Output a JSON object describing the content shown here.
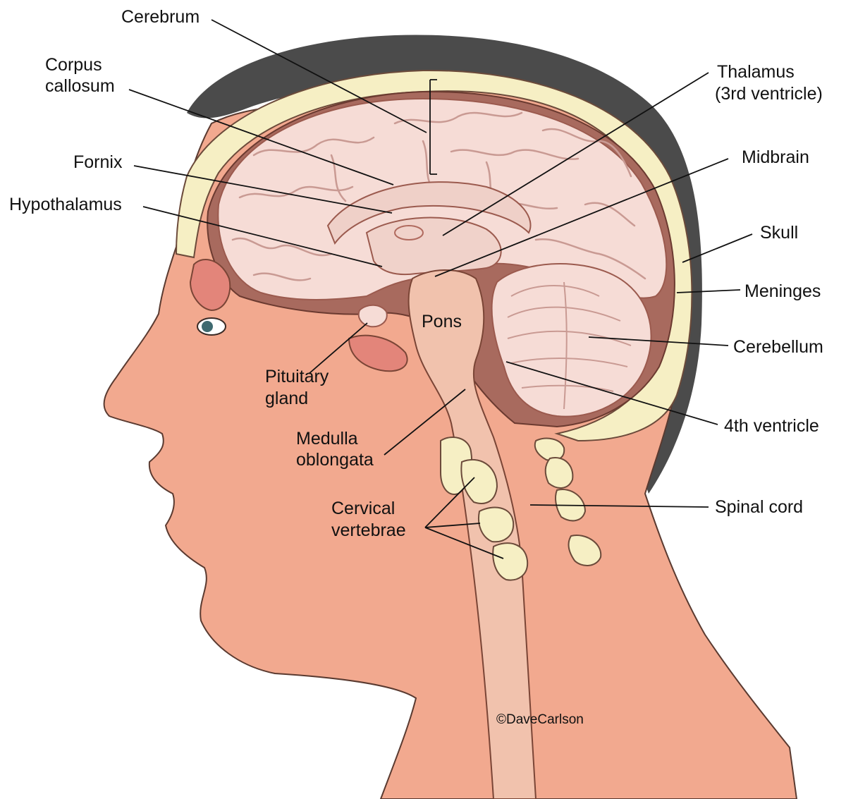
{
  "diagram": {
    "labels": {
      "cerebrum": "Cerebrum",
      "corpus_callosum": [
        "Corpus",
        "callosum"
      ],
      "fornix": "Fornix",
      "hypothalamus": "Hypothalamus",
      "thalamus": [
        "Thalamus",
        "(3rd ventricle)"
      ],
      "midbrain": "Midbrain",
      "skull": "Skull",
      "meninges": "Meninges",
      "cerebellum": "Cerebellum",
      "pons": "Pons",
      "pituitary_gland": [
        "Pituitary",
        "gland"
      ],
      "fourth_ventricle": "4th ventricle",
      "medulla_oblongata": [
        "Medulla",
        "oblongata"
      ],
      "cervical_vertebrae": [
        "Cervical",
        "vertebrae"
      ],
      "spinal_cord": "Spinal cord"
    },
    "copyright": "©DaveCarlson",
    "colors": {
      "skin": "#f2a98f",
      "skin_shadow": "#e8967c",
      "hair": "#4b4b4b",
      "bone": "#f6efc4",
      "meninges": "#9b5a4e",
      "brain": "#f6dcd6",
      "brain_fold": "#c99a93",
      "cavity": "#a86a5e",
      "label_text": "#111111",
      "leader_line": "#111111"
    }
  }
}
